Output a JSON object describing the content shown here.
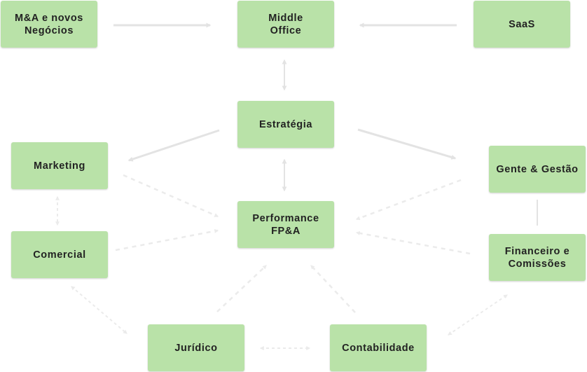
{
  "nodes": {
    "ma": "M&A e novos\nNegócios",
    "middle_office": "Middle\nOffice",
    "saas": "SaaS",
    "estrategia": "Estratégia",
    "marketing": "Marketing",
    "gente_gestao": "Gente & Gestão",
    "performance": "Performance\nFP&A",
    "comercial": "Comercial",
    "financeiro": "Financeiro e\nComissões",
    "juridico": "Jurídico",
    "contabilidade": "Contabilidade"
  },
  "colors": {
    "node_fill": "#b9e2a8",
    "solid_arrow": "#e3e3e3",
    "dashed_arrow": "#ebebeb",
    "text": "#222222"
  },
  "connections": [
    {
      "from": "M&A e novos Negócios",
      "to": "Middle Office",
      "style": "solid",
      "direction": "forward"
    },
    {
      "from": "SaaS",
      "to": "Middle Office",
      "style": "solid",
      "direction": "forward"
    },
    {
      "from": "Middle Office",
      "to": "Estratégia",
      "style": "solid",
      "direction": "both"
    },
    {
      "from": "Estratégia",
      "to": "Marketing",
      "style": "solid",
      "direction": "forward"
    },
    {
      "from": "Estratégia",
      "to": "Gente & Gestão",
      "style": "solid",
      "direction": "forward"
    },
    {
      "from": "Estratégia",
      "to": "Performance FP&A",
      "style": "solid",
      "direction": "both"
    },
    {
      "from": "Marketing",
      "to": "Performance FP&A",
      "style": "dashed",
      "direction": "forward"
    },
    {
      "from": "Comercial",
      "to": "Performance FP&A",
      "style": "dashed",
      "direction": "forward"
    },
    {
      "from": "Gente & Gestão",
      "to": "Performance FP&A",
      "style": "dashed",
      "direction": "forward"
    },
    {
      "from": "Financeiro e Comissões",
      "to": "Performance FP&A",
      "style": "dashed",
      "direction": "forward"
    },
    {
      "from": "Jurídico",
      "to": "Performance FP&A",
      "style": "dashed",
      "direction": "forward"
    },
    {
      "from": "Contabilidade",
      "to": "Performance FP&A",
      "style": "dashed",
      "direction": "forward"
    },
    {
      "from": "Marketing",
      "to": "Comercial",
      "style": "dashed",
      "direction": "both"
    },
    {
      "from": "Gente & Gestão",
      "to": "Financeiro e Comissões",
      "style": "solid",
      "direction": "none"
    },
    {
      "from": "Comercial",
      "to": "Jurídico",
      "style": "dashed",
      "direction": "both"
    },
    {
      "from": "Jurídico",
      "to": "Contabilidade",
      "style": "dashed",
      "direction": "both"
    },
    {
      "from": "Contabilidade",
      "to": "Financeiro e Comissões",
      "style": "dashed",
      "direction": "both"
    }
  ]
}
